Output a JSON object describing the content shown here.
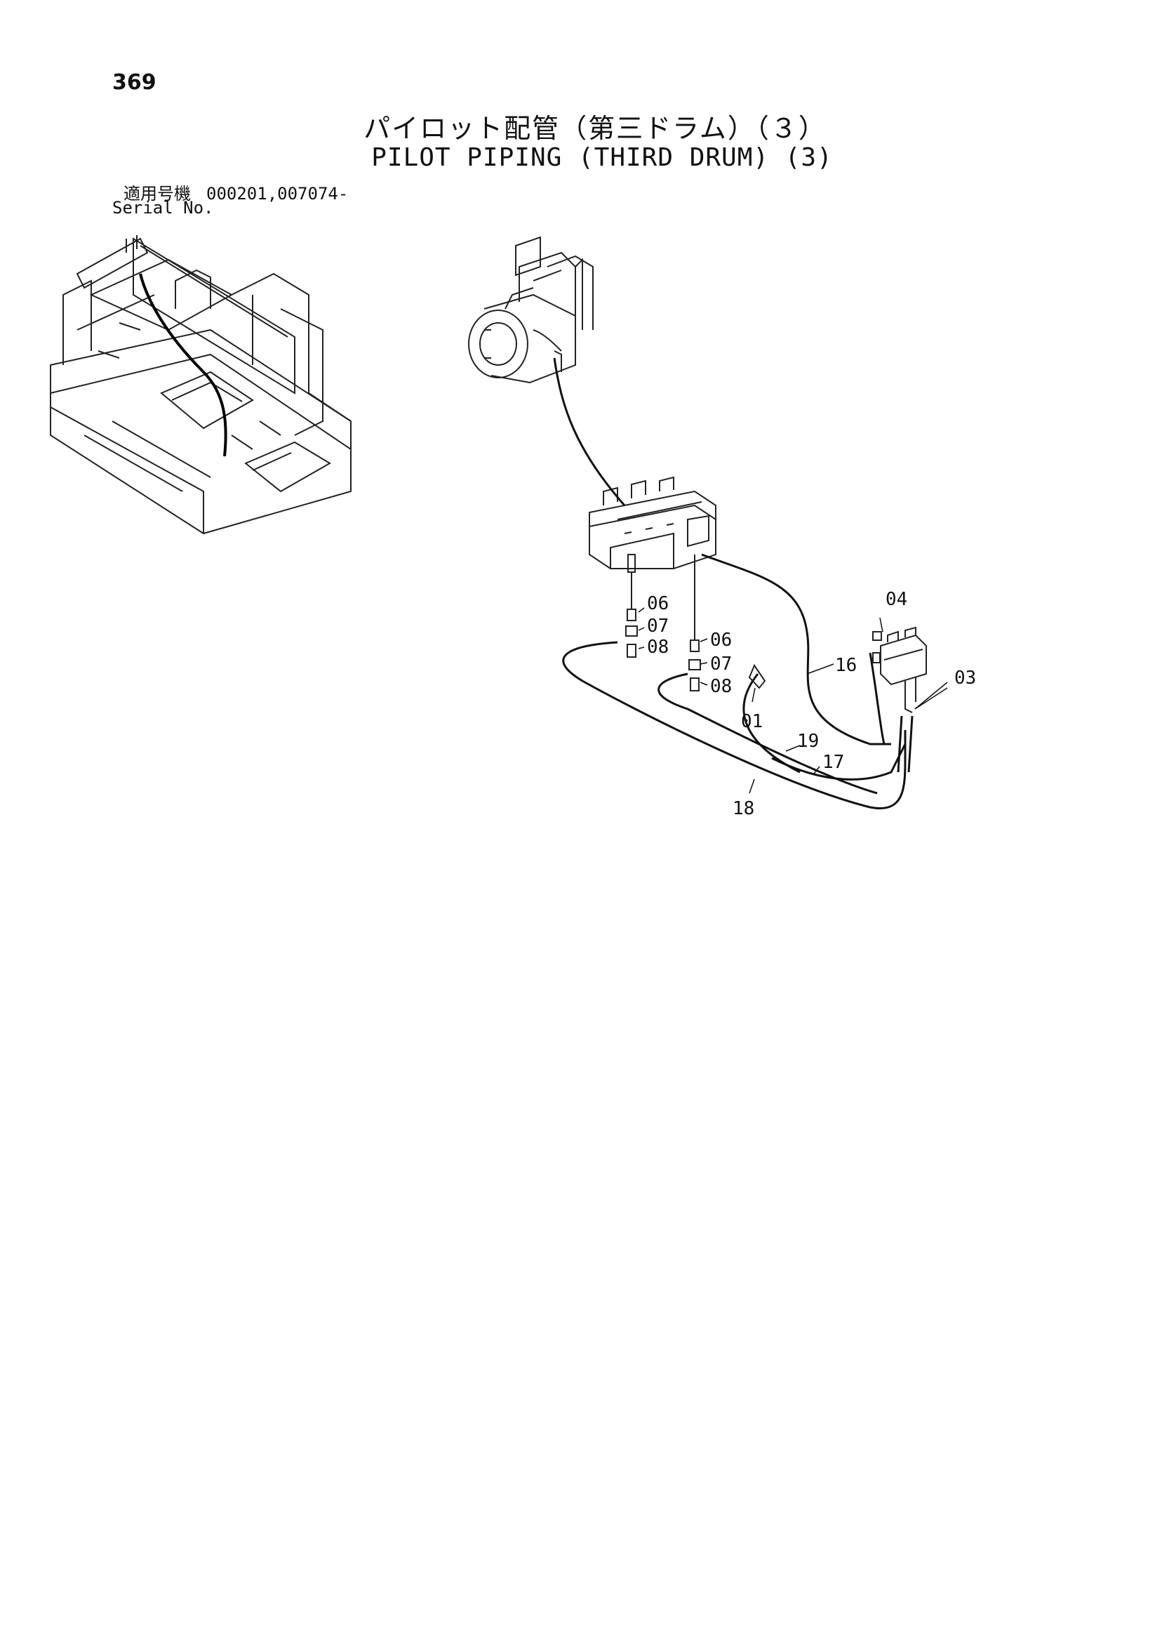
{
  "page": {
    "number": "369"
  },
  "header": {
    "title_jp": "パイロット配管（第三ドラム）（３）",
    "title_en": "PILOT PIPING (THIRD DRUM) (3)",
    "serial_label_jp": "適用号機",
    "serial_range": "000201,007074-",
    "serial_label_en": "Serial No."
  },
  "diagram": {
    "callouts": {
      "p01": "01",
      "p03": "03",
      "p04": "04",
      "p06a": "06",
      "p07a": "07",
      "p08a": "08",
      "p06b": "06",
      "p07b": "07",
      "p08b": "08",
      "p16": "16",
      "p17": "17",
      "p18": "18",
      "p19": "19"
    }
  }
}
